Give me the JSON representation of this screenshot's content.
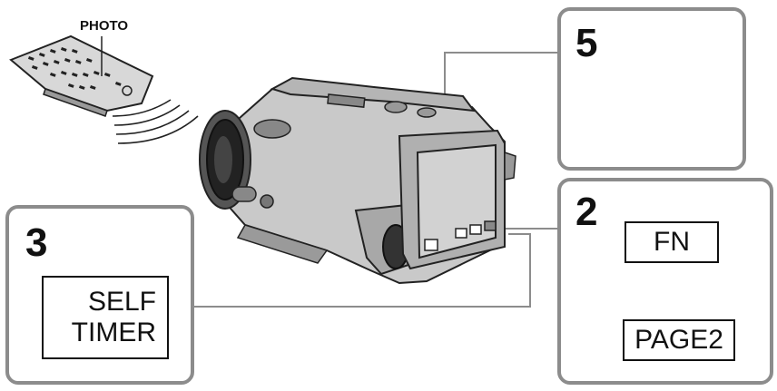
{
  "callouts": {
    "remote_button_label": "PHOTO"
  },
  "steps": [
    {
      "number": "5",
      "kind": "press-button"
    },
    {
      "number": "2",
      "buttons": [
        "FN",
        "PAGE2"
      ]
    },
    {
      "number": "3",
      "button_lines": [
        "SELF",
        "TIMER"
      ]
    }
  ],
  "colors": {
    "panel_border": "#8c8c8c",
    "arrow": "#555555",
    "button_fill": "#c8c8c8",
    "camera_body": "#c9c9c9"
  }
}
